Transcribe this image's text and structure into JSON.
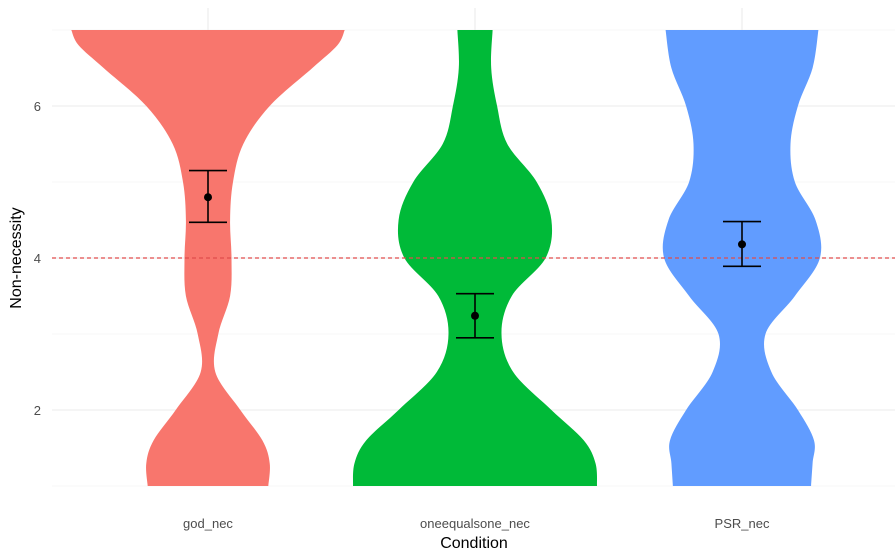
{
  "chart_data": {
    "type": "violin",
    "xlabel": "Condition",
    "ylabel": "Non-necessity",
    "ylim": [
      0.8,
      7.0
    ],
    "yticks": [
      2,
      4,
      6
    ],
    "categories": [
      "god_nec",
      "oneequalsone_nec",
      "PSR_nec"
    ],
    "reference_line": {
      "y": 4,
      "style": "dashed",
      "color": "#e04c4c"
    },
    "grid": true,
    "legend": "none",
    "series": [
      {
        "category": "god_nec",
        "color": "#F8766D",
        "mean": 4.8,
        "ci": [
          4.47,
          5.15
        ],
        "density_profile": [
          [
            1.0,
            0.41
          ],
          [
            1.3,
            0.42
          ],
          [
            1.6,
            0.37
          ],
          [
            2.0,
            0.22
          ],
          [
            2.5,
            0.05
          ],
          [
            3.0,
            0.07
          ],
          [
            3.5,
            0.15
          ],
          [
            4.0,
            0.16
          ],
          [
            4.5,
            0.15
          ],
          [
            5.0,
            0.17
          ],
          [
            5.5,
            0.24
          ],
          [
            6.0,
            0.42
          ],
          [
            6.5,
            0.71
          ],
          [
            6.8,
            0.88
          ],
          [
            7.0,
            0.93
          ]
        ]
      },
      {
        "category": "oneequalsone_nec",
        "color": "#00BA38",
        "mean": 3.24,
        "ci": [
          2.95,
          3.53
        ],
        "density_profile": [
          [
            1.0,
            0.83
          ],
          [
            1.3,
            0.82
          ],
          [
            1.6,
            0.74
          ],
          [
            2.0,
            0.52
          ],
          [
            2.5,
            0.26
          ],
          [
            3.0,
            0.18
          ],
          [
            3.5,
            0.25
          ],
          [
            4.0,
            0.48
          ],
          [
            4.5,
            0.52
          ],
          [
            5.0,
            0.42
          ],
          [
            5.5,
            0.22
          ],
          [
            6.0,
            0.15
          ],
          [
            6.5,
            0.11
          ],
          [
            7.0,
            0.12
          ]
        ]
      },
      {
        "category": "PSR_nec",
        "color": "#619CFF",
        "mean": 4.18,
        "ci": [
          3.89,
          4.48
        ],
        "density_profile": [
          [
            1.0,
            0.47
          ],
          [
            1.3,
            0.48
          ],
          [
            1.6,
            0.49
          ],
          [
            2.0,
            0.38
          ],
          [
            2.5,
            0.2
          ],
          [
            3.0,
            0.16
          ],
          [
            3.5,
            0.36
          ],
          [
            4.0,
            0.53
          ],
          [
            4.5,
            0.5
          ],
          [
            5.0,
            0.36
          ],
          [
            5.5,
            0.33
          ],
          [
            6.0,
            0.38
          ],
          [
            6.5,
            0.48
          ],
          [
            7.0,
            0.52
          ]
        ]
      }
    ]
  }
}
